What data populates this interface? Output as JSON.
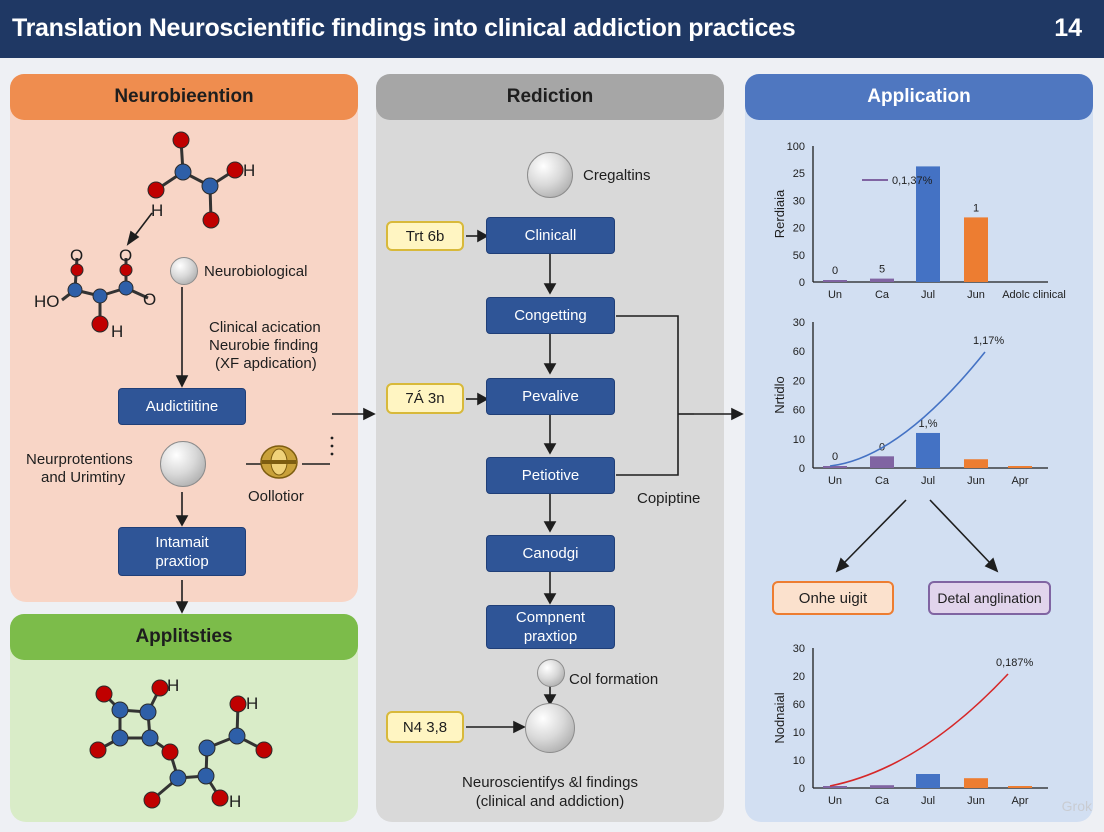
{
  "header": {
    "title": "Translation Neuroscientific findings into clinical addiction practices",
    "page_number": "14"
  },
  "left_panel": {
    "title": "Neurobieention",
    "mol_h1": "H",
    "mol_h2": "H",
    "mol_o1": "O",
    "mol_o2": "O",
    "mol_o3": "O",
    "mol_ho": "HO",
    "mol_h3": "H",
    "neurobiological": "Neurobiological",
    "clinical_note_1": "Clinical acication",
    "clinical_note_2": "Neurobie finding",
    "clinical_note_3": "(XF apdication)",
    "box_audictiitine": "Audictiitine",
    "neuroprotentions_1": "Neurprotentions",
    "neuroprotentions_2": "and Urimtiny",
    "oollotior": "Oollotior",
    "box_intamait_1": "Intamait",
    "box_intamait_2": "praxtiop"
  },
  "left_bottom_panel": {
    "title": "Applitsties",
    "mol_h1": "H",
    "mol_h2": "H",
    "mol_h3": "H"
  },
  "middle_panel": {
    "title": "Rediction",
    "cregaltins": "Cregaltins",
    "ybox_1": "Trt 6b",
    "box_clinical": "Clinicall",
    "box_congetting": "Congetting",
    "ybox_2": "7Á 3n",
    "box_pevalive": "Pevalive",
    "box_petiotive": "Petiotive",
    "copiptine": "Copiptine",
    "box_canodgi": "Canodgi",
    "box_compnent_1": "Compnent",
    "box_compnent_2": "praxtiop",
    "col_formation": "Col formation",
    "ybox_3": "N4 3,8",
    "footer_1": "Neuroscientifys &l findings",
    "footer_2": "(clinical and addiction)"
  },
  "right_panel": {
    "title": "Application",
    "box_left": "Onhe uigit",
    "box_right": "Detal anglination",
    "watermark": "Grok"
  },
  "chart_data": [
    {
      "type": "bar",
      "ylabel": "Rerdiaia",
      "categories": [
        "Un",
        "Ca",
        "Jul",
        "Jun"
      ],
      "extra_x_label": "Adolc clinical",
      "y_ticks": [
        "100",
        "25",
        "30",
        "20",
        "50",
        "0"
      ],
      "values": [
        0,
        1,
        34,
        19
      ],
      "bar_colors": [
        "#8064a2",
        "#8064a2",
        "#4472c4",
        "#ed7d31"
      ],
      "data_labels": [
        "0",
        "5",
        "",
        "1"
      ],
      "legend_label": "0,1,37%",
      "legend_color": "#8064a2",
      "ylim": [
        0,
        40
      ]
    },
    {
      "type": "bar",
      "ylabel": "Nrtidlo",
      "categories": [
        "Un",
        "Ca",
        "Jul",
        "Jun",
        "Apr"
      ],
      "y_ticks": [
        "30",
        "60",
        "20",
        "60",
        "10",
        "0"
      ],
      "values": [
        0,
        4,
        12,
        3,
        0
      ],
      "bar_colors": [
        "#8064a2",
        "#8064a2",
        "#4472c4",
        "#ed7d31",
        "#ed7d31"
      ],
      "data_labels": [
        "0",
        "0",
        "1,%",
        "",
        ""
      ],
      "curve_label": "1,17%",
      "curve_color": "#4472c4",
      "ylim": [
        0,
        50
      ]
    },
    {
      "type": "bar",
      "ylabel": "Nodnaial",
      "categories": [
        "Un",
        "Ca",
        "Jul",
        "Jun",
        "Apr"
      ],
      "y_ticks": [
        "30",
        "20",
        "60",
        "10",
        "10",
        "0"
      ],
      "values": [
        0.5,
        1,
        5,
        3.5,
        0
      ],
      "bar_colors": [
        "#8064a2",
        "#8064a2",
        "#4472c4",
        "#ed7d31",
        "#ed7d31"
      ],
      "curve_label": "0,187%",
      "curve_color": "#d62728",
      "ylim": [
        0,
        50
      ]
    }
  ]
}
